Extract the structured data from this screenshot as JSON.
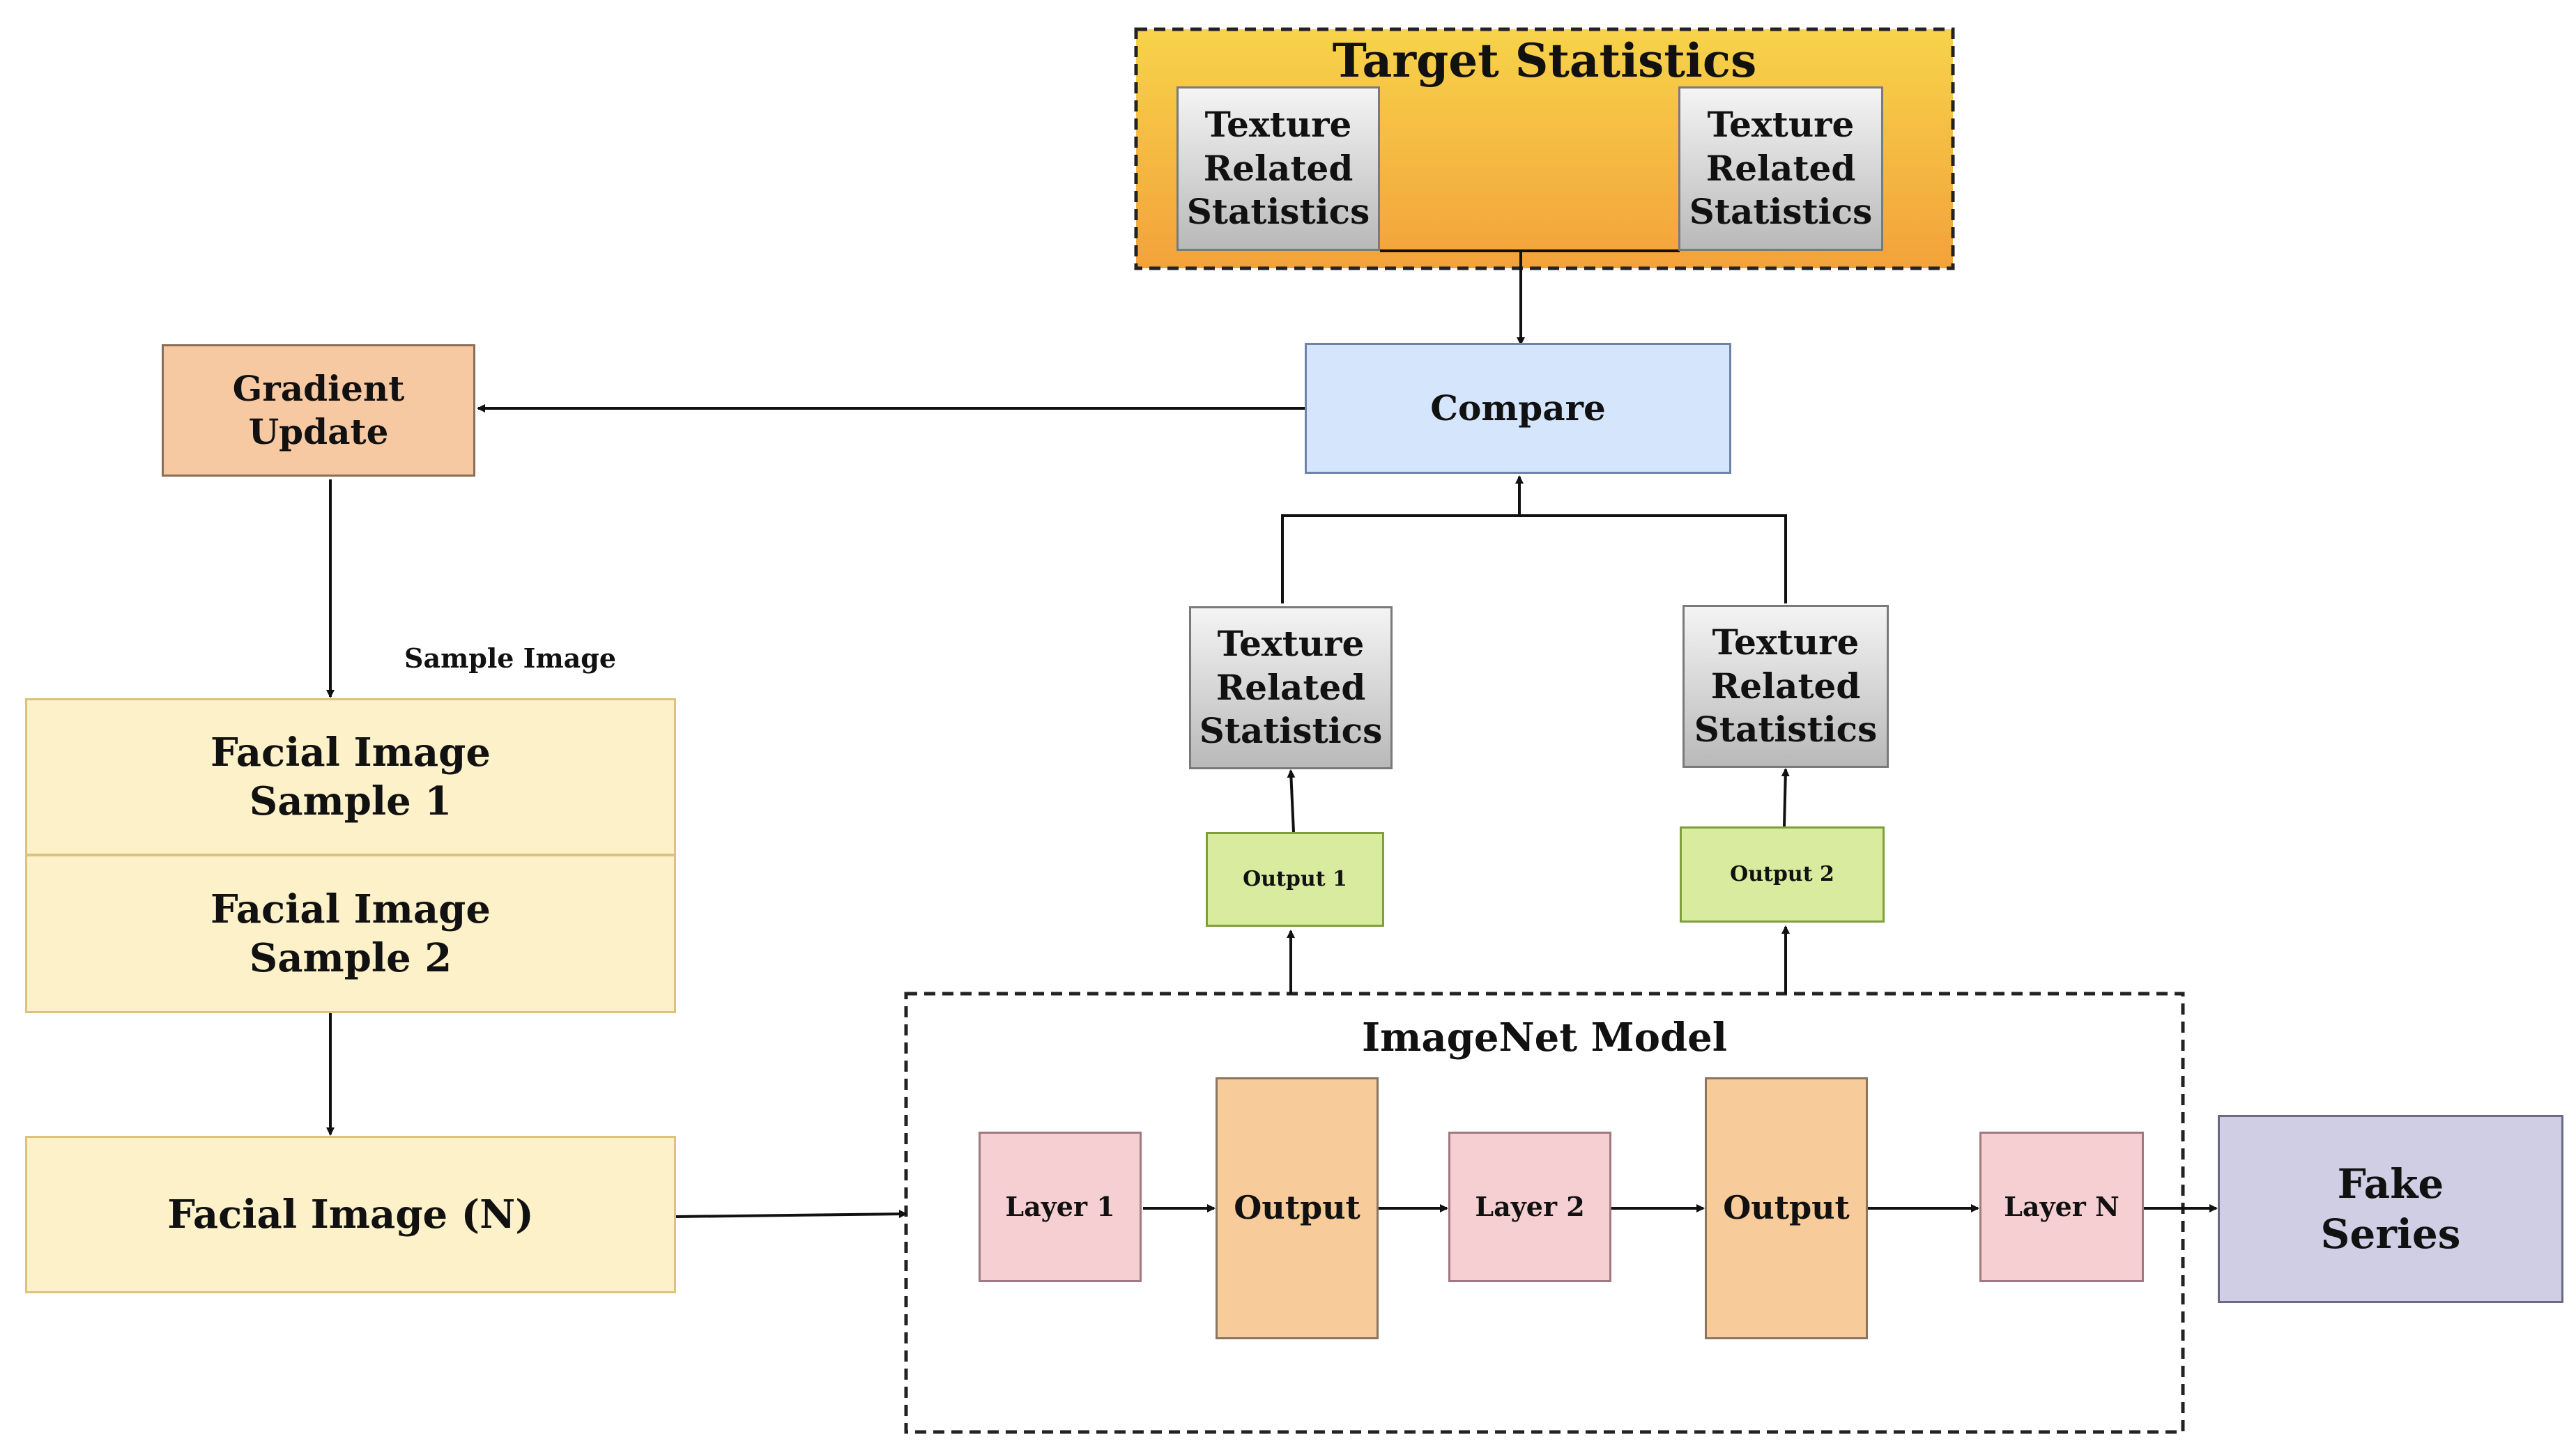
{
  "target": {
    "title": "Target Statistics",
    "left_stats": "Texture\nRelated\nStatistics",
    "right_stats": "Texture\nRelated\nStatistics"
  },
  "compare": {
    "label": "Compare"
  },
  "gradient_update": {
    "label": "Gradient Update"
  },
  "sample_image_label": "Sample Image",
  "facial_samples": [
    {
      "label": "Facial Image\nSample 1"
    },
    {
      "label": "Facial Image\nSample 2"
    }
  ],
  "facial_n": {
    "label": "Facial Image (N)"
  },
  "branch_stats": [
    {
      "label": "Texture\nRelated\nStatistics"
    },
    {
      "label": "Texture\nRelated\nStatistics"
    }
  ],
  "branch_outputs": [
    {
      "label": "Output 1"
    },
    {
      "label": "Output 2"
    }
  ],
  "imagenet": {
    "title": "ImageNet Model",
    "layers": [
      "Layer 1",
      "Layer 2",
      "Layer N"
    ],
    "outputs": [
      "Output",
      "Output"
    ]
  },
  "fake_series": {
    "label": "Fake\nSeries"
  },
  "colors": {
    "target_gradient_top": "#f7d34a",
    "target_gradient_bottom": "#f3a23a",
    "compare_fill": "#d5e5fb",
    "gradient_update_fill": "#f6c9a3",
    "fake_series_fill": "#d0cee4",
    "arrow": "#111111"
  }
}
